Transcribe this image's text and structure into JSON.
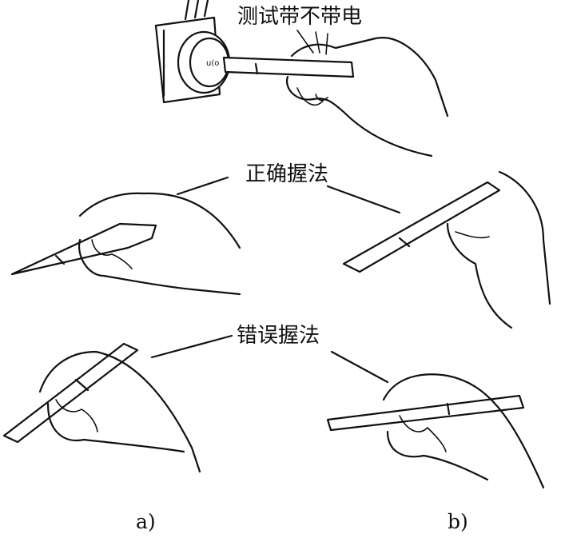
{
  "labels": {
    "test_live": "测试带不带电",
    "correct_grip": "正确握法",
    "wrong_grip": "错误握法",
    "part_a": "a)",
    "part_b": "b)"
  },
  "colors": {
    "ink": "#111111",
    "background": "#ffffff"
  }
}
